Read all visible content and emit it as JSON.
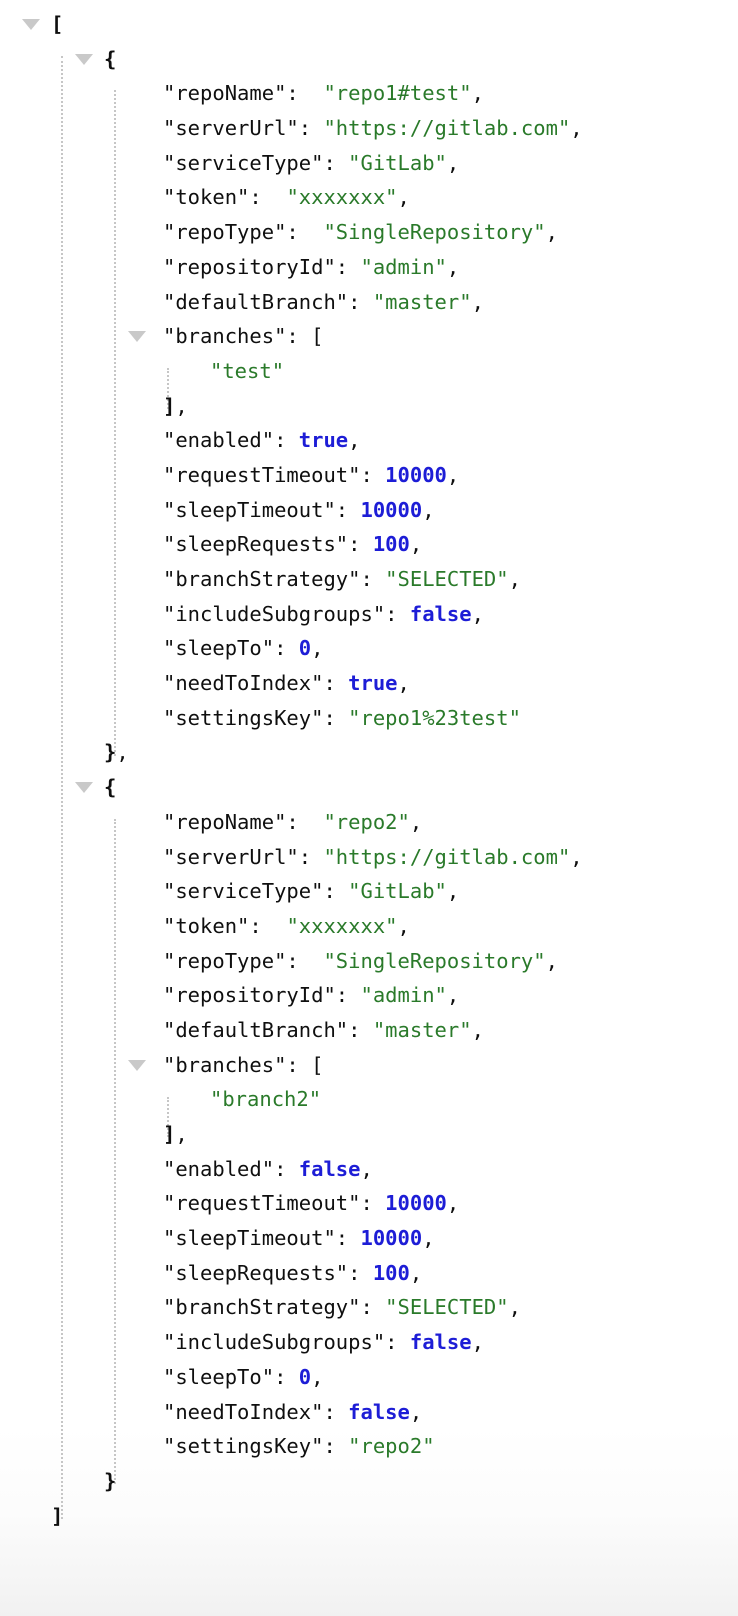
{
  "viewer": {
    "type": "json-tree-viewer",
    "root_kind": "array",
    "collapse_icon": "triangle-down-icon",
    "colors": {
      "string": "#2a7a2a",
      "number": "#1d1dd6",
      "boolean": "#1d1dd6",
      "key": "#0f0f0f",
      "punctuation": "#0f0f0f",
      "background": "#ffffff",
      "guide_line": "#c6c6c6",
      "triangle": "#c9c9c9"
    },
    "open_bracket": "[",
    "close_bracket": "]",
    "open_brace": "{",
    "close_brace": "}",
    "comma": ",",
    "colon": ":",
    "quote": "\"",
    "array_open_suffix": "[",
    "array_close": "],",
    "object_close_comma": "},",
    "object_close": "}"
  },
  "json": [
    {
      "repoName": "repo1#test",
      "serverUrl": "https://gitlab.com",
      "serviceType": "GitLab",
      "token": "xxxxxxx",
      "repoType": "SingleRepository",
      "repositoryId": "admin",
      "defaultBranch": "master",
      "branches": [
        "test"
      ],
      "enabled": true,
      "requestTimeout": 10000,
      "sleepTimeout": 10000,
      "sleepRequests": 100,
      "branchStrategy": "SELECTED",
      "includeSubgroups": false,
      "sleepTo": 0,
      "needToIndex": true,
      "settingsKey": "repo1%23test"
    },
    {
      "repoName": "repo2",
      "serverUrl": "https://gitlab.com",
      "serviceType": "GitLab",
      "token": "xxxxxxx",
      "repoType": "SingleRepository",
      "repositoryId": "admin",
      "defaultBranch": "master",
      "branches": [
        "branch2"
      ],
      "enabled": false,
      "requestTimeout": 10000,
      "sleepTimeout": 10000,
      "sleepRequests": 100,
      "branchStrategy": "SELECTED",
      "includeSubgroups": false,
      "sleepTo": 0,
      "needToIndex": false,
      "settingsKey": "repo2"
    }
  ],
  "lines": [
    {
      "id": "l1",
      "indent": 0,
      "tri": 0,
      "parts": [
        {
          "t": "[",
          "c": "brace"
        }
      ]
    },
    {
      "id": "l2",
      "indent": 1,
      "tri": 1,
      "parts": [
        {
          "t": "{",
          "c": "brace"
        }
      ]
    },
    {
      "id": "l3",
      "indent": 2,
      "tri": null,
      "parts": [
        {
          "t": "\"repoName\"",
          "c": "key"
        },
        {
          "t": ":  ",
          "c": "punc"
        },
        {
          "t": "\"repo1#test\"",
          "c": "str"
        },
        {
          "t": ",",
          "c": "punc"
        }
      ]
    },
    {
      "id": "l4",
      "indent": 2,
      "tri": null,
      "parts": [
        {
          "t": "\"serverUrl\"",
          "c": "key"
        },
        {
          "t": ": ",
          "c": "punc"
        },
        {
          "t": "\"https://gitlab.com\"",
          "c": "str"
        },
        {
          "t": ",",
          "c": "punc"
        }
      ]
    },
    {
      "id": "l5",
      "indent": 2,
      "tri": null,
      "parts": [
        {
          "t": "\"serviceType\"",
          "c": "key"
        },
        {
          "t": ": ",
          "c": "punc"
        },
        {
          "t": "\"GitLab\"",
          "c": "str"
        },
        {
          "t": ",",
          "c": "punc"
        }
      ]
    },
    {
      "id": "l6",
      "indent": 2,
      "tri": null,
      "parts": [
        {
          "t": "\"token\"",
          "c": "key"
        },
        {
          "t": ":  ",
          "c": "punc"
        },
        {
          "t": "\"xxxxxxx\"",
          "c": "str"
        },
        {
          "t": ",",
          "c": "punc"
        }
      ]
    },
    {
      "id": "l7",
      "indent": 2,
      "tri": null,
      "parts": [
        {
          "t": "\"repoType\"",
          "c": "key"
        },
        {
          "t": ":  ",
          "c": "punc"
        },
        {
          "t": "\"SingleRepository\"",
          "c": "str"
        },
        {
          "t": ",",
          "c": "punc"
        }
      ]
    },
    {
      "id": "l8",
      "indent": 2,
      "tri": null,
      "parts": [
        {
          "t": "\"repositoryId\"",
          "c": "key"
        },
        {
          "t": ": ",
          "c": "punc"
        },
        {
          "t": "\"admin\"",
          "c": "str"
        },
        {
          "t": ",",
          "c": "punc"
        }
      ]
    },
    {
      "id": "l9",
      "indent": 2,
      "tri": null,
      "parts": [
        {
          "t": "\"defaultBranch\"",
          "c": "key"
        },
        {
          "t": ": ",
          "c": "punc"
        },
        {
          "t": "\"master\"",
          "c": "str"
        },
        {
          "t": ",",
          "c": "punc"
        }
      ]
    },
    {
      "id": "l10",
      "indent": 2,
      "tri": 2,
      "parts": [
        {
          "t": "\"branches\"",
          "c": "key"
        },
        {
          "t": ": ",
          "c": "punc"
        },
        {
          "t": "[",
          "c": "punc"
        }
      ]
    },
    {
      "id": "l11",
      "indent": 3,
      "tri": null,
      "parts": [
        {
          "t": "\"test\"",
          "c": "str"
        }
      ]
    },
    {
      "id": "l12",
      "indent": 2,
      "tri": null,
      "parts": [
        {
          "t": "]",
          "c": "brace"
        },
        {
          "t": ",",
          "c": "punc"
        }
      ]
    },
    {
      "id": "l13",
      "indent": 2,
      "tri": null,
      "parts": [
        {
          "t": "\"enabled\"",
          "c": "key"
        },
        {
          "t": ": ",
          "c": "punc"
        },
        {
          "t": "true",
          "c": "bool"
        },
        {
          "t": ",",
          "c": "punc"
        }
      ]
    },
    {
      "id": "l14",
      "indent": 2,
      "tri": null,
      "parts": [
        {
          "t": "\"requestTimeout\"",
          "c": "key"
        },
        {
          "t": ": ",
          "c": "punc"
        },
        {
          "t": "10000",
          "c": "num"
        },
        {
          "t": ",",
          "c": "punc"
        }
      ]
    },
    {
      "id": "l15",
      "indent": 2,
      "tri": null,
      "parts": [
        {
          "t": "\"sleepTimeout\"",
          "c": "key"
        },
        {
          "t": ": ",
          "c": "punc"
        },
        {
          "t": "10000",
          "c": "num"
        },
        {
          "t": ",",
          "c": "punc"
        }
      ]
    },
    {
      "id": "l16",
      "indent": 2,
      "tri": null,
      "parts": [
        {
          "t": "\"sleepRequests\"",
          "c": "key"
        },
        {
          "t": ": ",
          "c": "punc"
        },
        {
          "t": "100",
          "c": "num"
        },
        {
          "t": ",",
          "c": "punc"
        }
      ]
    },
    {
      "id": "l17",
      "indent": 2,
      "tri": null,
      "parts": [
        {
          "t": "\"branchStrategy\"",
          "c": "key"
        },
        {
          "t": ": ",
          "c": "punc"
        },
        {
          "t": "\"SELECTED\"",
          "c": "str"
        },
        {
          "t": ",",
          "c": "punc"
        }
      ]
    },
    {
      "id": "l18",
      "indent": 2,
      "tri": null,
      "parts": [
        {
          "t": "\"includeSubgroups\"",
          "c": "key"
        },
        {
          "t": ": ",
          "c": "punc"
        },
        {
          "t": "false",
          "c": "bool"
        },
        {
          "t": ",",
          "c": "punc"
        }
      ]
    },
    {
      "id": "l19",
      "indent": 2,
      "tri": null,
      "parts": [
        {
          "t": "\"sleepTo\"",
          "c": "key"
        },
        {
          "t": ": ",
          "c": "punc"
        },
        {
          "t": "0",
          "c": "num"
        },
        {
          "t": ",",
          "c": "punc"
        }
      ]
    },
    {
      "id": "l20",
      "indent": 2,
      "tri": null,
      "parts": [
        {
          "t": "\"needToIndex\"",
          "c": "key"
        },
        {
          "t": ": ",
          "c": "punc"
        },
        {
          "t": "true",
          "c": "bool"
        },
        {
          "t": ",",
          "c": "punc"
        }
      ]
    },
    {
      "id": "l21",
      "indent": 2,
      "tri": null,
      "parts": [
        {
          "t": "\"settingsKey\"",
          "c": "key"
        },
        {
          "t": ": ",
          "c": "punc"
        },
        {
          "t": "\"repo1%23test\"",
          "c": "str"
        }
      ]
    },
    {
      "id": "l22",
      "indent": 1,
      "tri": null,
      "parts": [
        {
          "t": "}",
          "c": "brace"
        },
        {
          "t": ",",
          "c": "punc"
        }
      ]
    },
    {
      "id": "l23",
      "indent": 1,
      "tri": 1,
      "parts": [
        {
          "t": "{",
          "c": "brace"
        }
      ]
    },
    {
      "id": "l24",
      "indent": 2,
      "tri": null,
      "parts": [
        {
          "t": "\"repoName\"",
          "c": "key"
        },
        {
          "t": ":  ",
          "c": "punc"
        },
        {
          "t": "\"repo2\"",
          "c": "str"
        },
        {
          "t": ",",
          "c": "punc"
        }
      ]
    },
    {
      "id": "l25",
      "indent": 2,
      "tri": null,
      "parts": [
        {
          "t": "\"serverUrl\"",
          "c": "key"
        },
        {
          "t": ": ",
          "c": "punc"
        },
        {
          "t": "\"https://gitlab.com\"",
          "c": "str"
        },
        {
          "t": ",",
          "c": "punc"
        }
      ]
    },
    {
      "id": "l26",
      "indent": 2,
      "tri": null,
      "parts": [
        {
          "t": "\"serviceType\"",
          "c": "key"
        },
        {
          "t": ": ",
          "c": "punc"
        },
        {
          "t": "\"GitLab\"",
          "c": "str"
        },
        {
          "t": ",",
          "c": "punc"
        }
      ]
    },
    {
      "id": "l27",
      "indent": 2,
      "tri": null,
      "parts": [
        {
          "t": "\"token\"",
          "c": "key"
        },
        {
          "t": ":  ",
          "c": "punc"
        },
        {
          "t": "\"xxxxxxx\"",
          "c": "str"
        },
        {
          "t": ",",
          "c": "punc"
        }
      ]
    },
    {
      "id": "l28",
      "indent": 2,
      "tri": null,
      "parts": [
        {
          "t": "\"repoType\"",
          "c": "key"
        },
        {
          "t": ":  ",
          "c": "punc"
        },
        {
          "t": "\"SingleRepository\"",
          "c": "str"
        },
        {
          "t": ",",
          "c": "punc"
        }
      ]
    },
    {
      "id": "l29",
      "indent": 2,
      "tri": null,
      "parts": [
        {
          "t": "\"repositoryId\"",
          "c": "key"
        },
        {
          "t": ": ",
          "c": "punc"
        },
        {
          "t": "\"admin\"",
          "c": "str"
        },
        {
          "t": ",",
          "c": "punc"
        }
      ]
    },
    {
      "id": "l30",
      "indent": 2,
      "tri": null,
      "parts": [
        {
          "t": "\"defaultBranch\"",
          "c": "key"
        },
        {
          "t": ": ",
          "c": "punc"
        },
        {
          "t": "\"master\"",
          "c": "str"
        },
        {
          "t": ",",
          "c": "punc"
        }
      ]
    },
    {
      "id": "l31",
      "indent": 2,
      "tri": 2,
      "parts": [
        {
          "t": "\"branches\"",
          "c": "key"
        },
        {
          "t": ": ",
          "c": "punc"
        },
        {
          "t": "[",
          "c": "punc"
        }
      ]
    },
    {
      "id": "l32",
      "indent": 3,
      "tri": null,
      "parts": [
        {
          "t": "\"branch2\"",
          "c": "str"
        }
      ]
    },
    {
      "id": "l33",
      "indent": 2,
      "tri": null,
      "parts": [
        {
          "t": "]",
          "c": "brace"
        },
        {
          "t": ",",
          "c": "punc"
        }
      ]
    },
    {
      "id": "l34",
      "indent": 2,
      "tri": null,
      "parts": [
        {
          "t": "\"enabled\"",
          "c": "key"
        },
        {
          "t": ": ",
          "c": "punc"
        },
        {
          "t": "false",
          "c": "bool"
        },
        {
          "t": ",",
          "c": "punc"
        }
      ]
    },
    {
      "id": "l35",
      "indent": 2,
      "tri": null,
      "parts": [
        {
          "t": "\"requestTimeout\"",
          "c": "key"
        },
        {
          "t": ": ",
          "c": "punc"
        },
        {
          "t": "10000",
          "c": "num"
        },
        {
          "t": ",",
          "c": "punc"
        }
      ]
    },
    {
      "id": "l36",
      "indent": 2,
      "tri": null,
      "parts": [
        {
          "t": "\"sleepTimeout\"",
          "c": "key"
        },
        {
          "t": ": ",
          "c": "punc"
        },
        {
          "t": "10000",
          "c": "num"
        },
        {
          "t": ",",
          "c": "punc"
        }
      ]
    },
    {
      "id": "l37",
      "indent": 2,
      "tri": null,
      "parts": [
        {
          "t": "\"sleepRequests\"",
          "c": "key"
        },
        {
          "t": ": ",
          "c": "punc"
        },
        {
          "t": "100",
          "c": "num"
        },
        {
          "t": ",",
          "c": "punc"
        }
      ]
    },
    {
      "id": "l38",
      "indent": 2,
      "tri": null,
      "parts": [
        {
          "t": "\"branchStrategy\"",
          "c": "key"
        },
        {
          "t": ": ",
          "c": "punc"
        },
        {
          "t": "\"SELECTED\"",
          "c": "str"
        },
        {
          "t": ",",
          "c": "punc"
        }
      ]
    },
    {
      "id": "l39",
      "indent": 2,
      "tri": null,
      "parts": [
        {
          "t": "\"includeSubgroups\"",
          "c": "key"
        },
        {
          "t": ": ",
          "c": "punc"
        },
        {
          "t": "false",
          "c": "bool"
        },
        {
          "t": ",",
          "c": "punc"
        }
      ]
    },
    {
      "id": "l40",
      "indent": 2,
      "tri": null,
      "parts": [
        {
          "t": "\"sleepTo\"",
          "c": "key"
        },
        {
          "t": ": ",
          "c": "punc"
        },
        {
          "t": "0",
          "c": "num"
        },
        {
          "t": ",",
          "c": "punc"
        }
      ]
    },
    {
      "id": "l41",
      "indent": 2,
      "tri": null,
      "parts": [
        {
          "t": "\"needToIndex\"",
          "c": "key"
        },
        {
          "t": ": ",
          "c": "punc"
        },
        {
          "t": "false",
          "c": "bool"
        },
        {
          "t": ",",
          "c": "punc"
        }
      ]
    },
    {
      "id": "l42",
      "indent": 2,
      "tri": null,
      "parts": [
        {
          "t": "\"settingsKey\"",
          "c": "key"
        },
        {
          "t": ": ",
          "c": "punc"
        },
        {
          "t": "\"repo2\"",
          "c": "str"
        }
      ]
    },
    {
      "id": "l43",
      "indent": 1,
      "tri": null,
      "parts": [
        {
          "t": "}",
          "c": "brace"
        }
      ]
    },
    {
      "id": "l44",
      "indent": 0,
      "tri": null,
      "parts": [
        {
          "t": "]",
          "c": "brace"
        }
      ]
    }
  ],
  "guides": [
    {
      "id": "guide-root",
      "level": 1,
      "from": 1,
      "to": 43
    },
    {
      "id": "guide-obj1",
      "level": 2,
      "from": 2,
      "to": 21
    },
    {
      "id": "guide-arr1",
      "level": 3,
      "from": 10,
      "to": 11
    },
    {
      "id": "guide-obj2",
      "level": 2,
      "from": 23,
      "to": 42
    },
    {
      "id": "guide-arr2",
      "level": 3,
      "from": 31,
      "to": 32
    }
  ]
}
